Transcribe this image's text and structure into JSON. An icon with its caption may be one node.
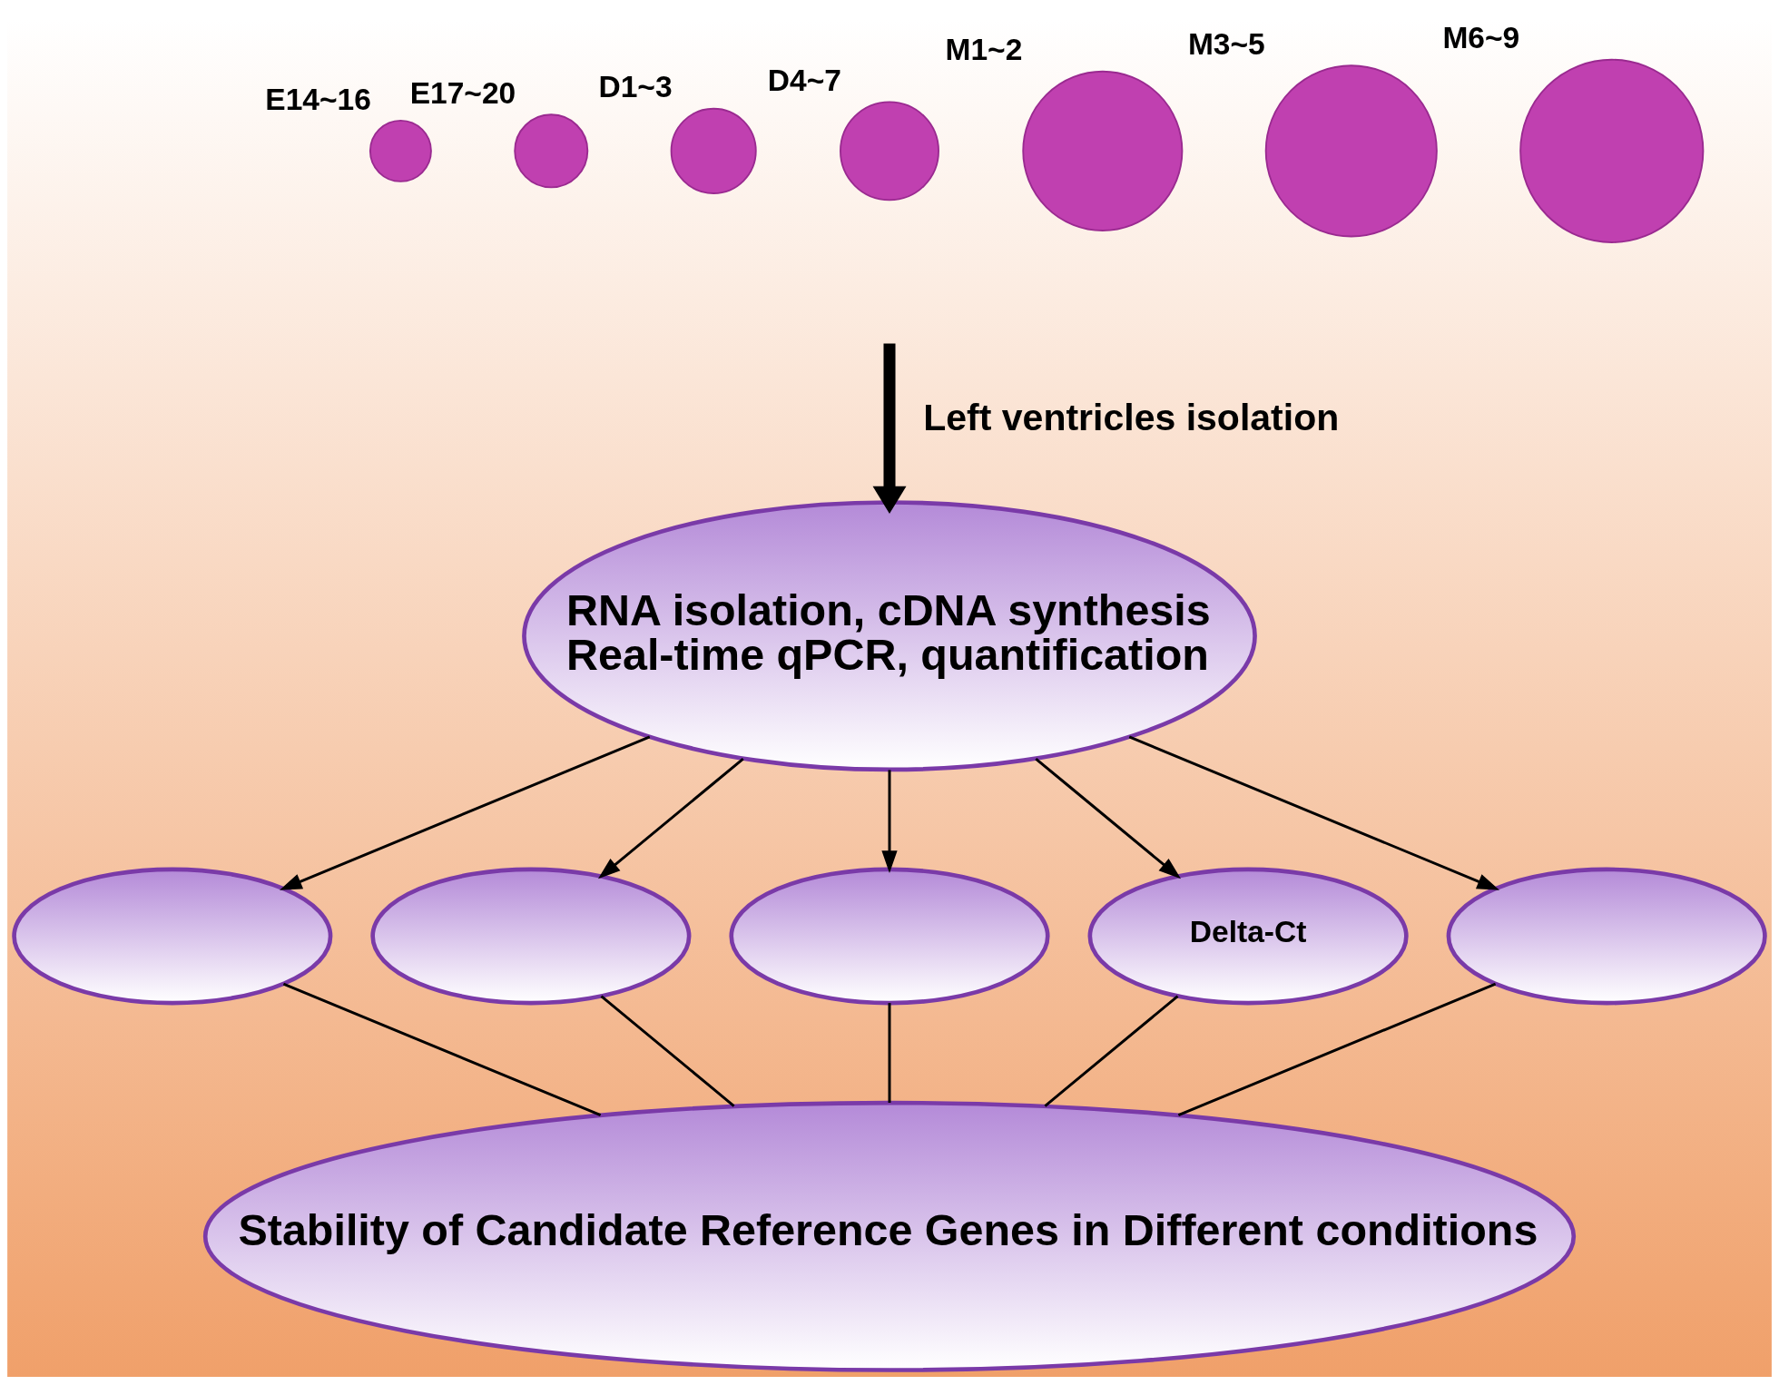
{
  "diagram": {
    "nodes": [
      {
        "text": [],
        "shape": "circle",
        "beside": [
          "E14~16"
        ]
      },
      {
        "text": [],
        "shape": "circle",
        "beside": [
          "E17~20"
        ]
      },
      {
        "text": [],
        "shape": "circle",
        "beside": [
          "D1~3"
        ]
      },
      {
        "text": [],
        "shape": "circle",
        "beside": [
          "D4~7"
        ]
      },
      {
        "text": [],
        "shape": "circle",
        "beside": [
          "M1~2"
        ]
      },
      {
        "text": [],
        "shape": "circle",
        "beside": [
          "M3~5"
        ]
      },
      {
        "text": [],
        "shape": "circle",
        "beside": [
          "M6~9"
        ]
      },
      {
        "text": [
          "RNA isolation, cDNA synthesis",
          "Real-time qPCR, quantification"
        ]
      },
      {
        "text": [],
        "shape": "ellipse"
      },
      {
        "text": [],
        "shape": "ellipse"
      },
      {
        "text": [],
        "shape": "ellipse"
      },
      {
        "text": [
          "Delta-Ct"
        ]
      },
      {
        "text": [],
        "shape": "ellipse"
      },
      {
        "text": [
          "Stability of Candidate Reference Genes in Different conditions"
        ]
      }
    ],
    "edges": [
      {
        "from": null,
        "to": 7,
        "arrow": "to",
        "label": "Left ventricles isolation",
        "style": "thick"
      },
      {
        "from": 7,
        "to": 8,
        "arrow": "to"
      },
      {
        "from": 7,
        "to": 9,
        "arrow": "to"
      },
      {
        "from": 7,
        "to": 10,
        "arrow": "to"
      },
      {
        "from": 7,
        "to": 11,
        "arrow": "to"
      },
      {
        "from": 7,
        "to": 12,
        "arrow": "to"
      },
      {
        "from": 8,
        "to": 13,
        "arrow": "none"
      },
      {
        "from": 9,
        "to": 13,
        "arrow": "none"
      },
      {
        "from": 10,
        "to": 13,
        "arrow": "none"
      },
      {
        "from": 11,
        "to": 13,
        "arrow": "none"
      },
      {
        "from": 12,
        "to": 13,
        "arrow": "none"
      }
    ]
  }
}
